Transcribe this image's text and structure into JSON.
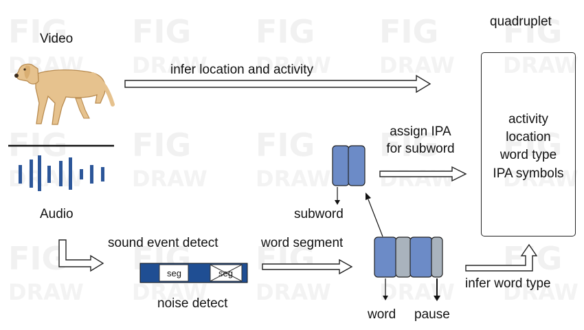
{
  "labels": {
    "video": "Video",
    "audio": "Audio",
    "quadruplet": "quadruplet",
    "infer_location_activity": "infer location and activity",
    "assign_ipa_line1": "assign IPA",
    "assign_ipa_line2": "for subword",
    "subword": "subword",
    "sound_event_detect": "sound event detect",
    "word_segment": "word segment",
    "noise_detect": "noise detect",
    "word": "word",
    "pause": "pause",
    "infer_word_type": "infer word type"
  },
  "quadruplet_items": [
    "activity",
    "location",
    "word type",
    "IPA symbols"
  ],
  "segments": [
    "seg",
    "seg"
  ],
  "watermark": {
    "line1": "FIG",
    "line2": "DRAW"
  },
  "colors": {
    "tile_blue": "#6c8bc7",
    "tile_gray": "#a9b3bd",
    "bar_navy": "#1f4e93",
    "wave_blue": "#2c5699",
    "outline": "#222222",
    "dog_body": "#e6c28e"
  },
  "icons": [
    "dog-illustration",
    "audio-waveform-icon"
  ]
}
